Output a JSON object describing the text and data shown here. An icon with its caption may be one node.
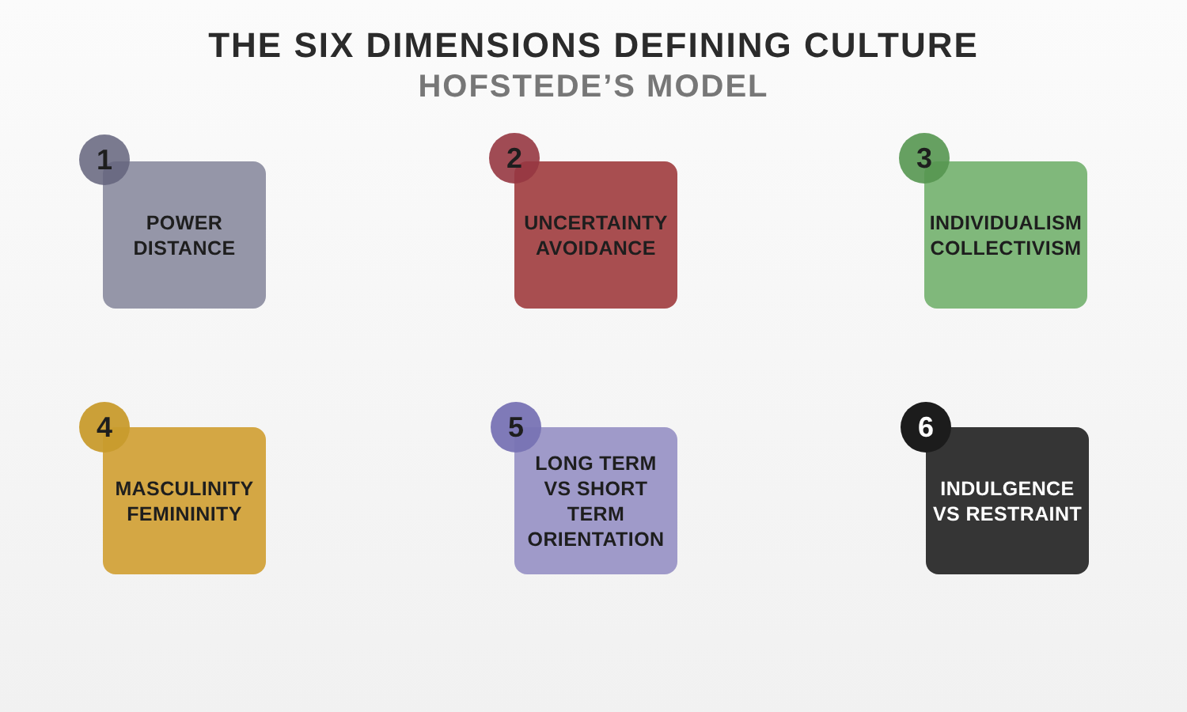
{
  "diagram": {
    "title": "THE SIX DIMENSIONS DEFINING CULTURE",
    "nodes": [
      {
        "text": [
          "1"
        ]
      },
      {
        "text": [
          "POWER DISTANCE"
        ]
      },
      {
        "text": [
          "2"
        ]
      },
      {
        "text": [
          "UNCERTAINTY AVOIDANCE"
        ]
      },
      {
        "text": [
          "3"
        ]
      },
      {
        "text": [
          "INDIVIDUALISM COLLECTIVISM"
        ]
      },
      {
        "text": [
          "4"
        ]
      },
      {
        "text": [
          "MASCULINITY FEMININITY"
        ]
      },
      {
        "text": [
          "5"
        ]
      },
      {
        "text": [
          "LONG TERM VS SHORT TERM ORIENTATION"
        ]
      },
      {
        "text": [
          "6"
        ]
      },
      {
        "text": [
          "INDULGENCE VS RESTRAINT"
        ]
      }
    ],
    "labels": [
      "HOFSTEDE’S MODEL"
    ]
  }
}
